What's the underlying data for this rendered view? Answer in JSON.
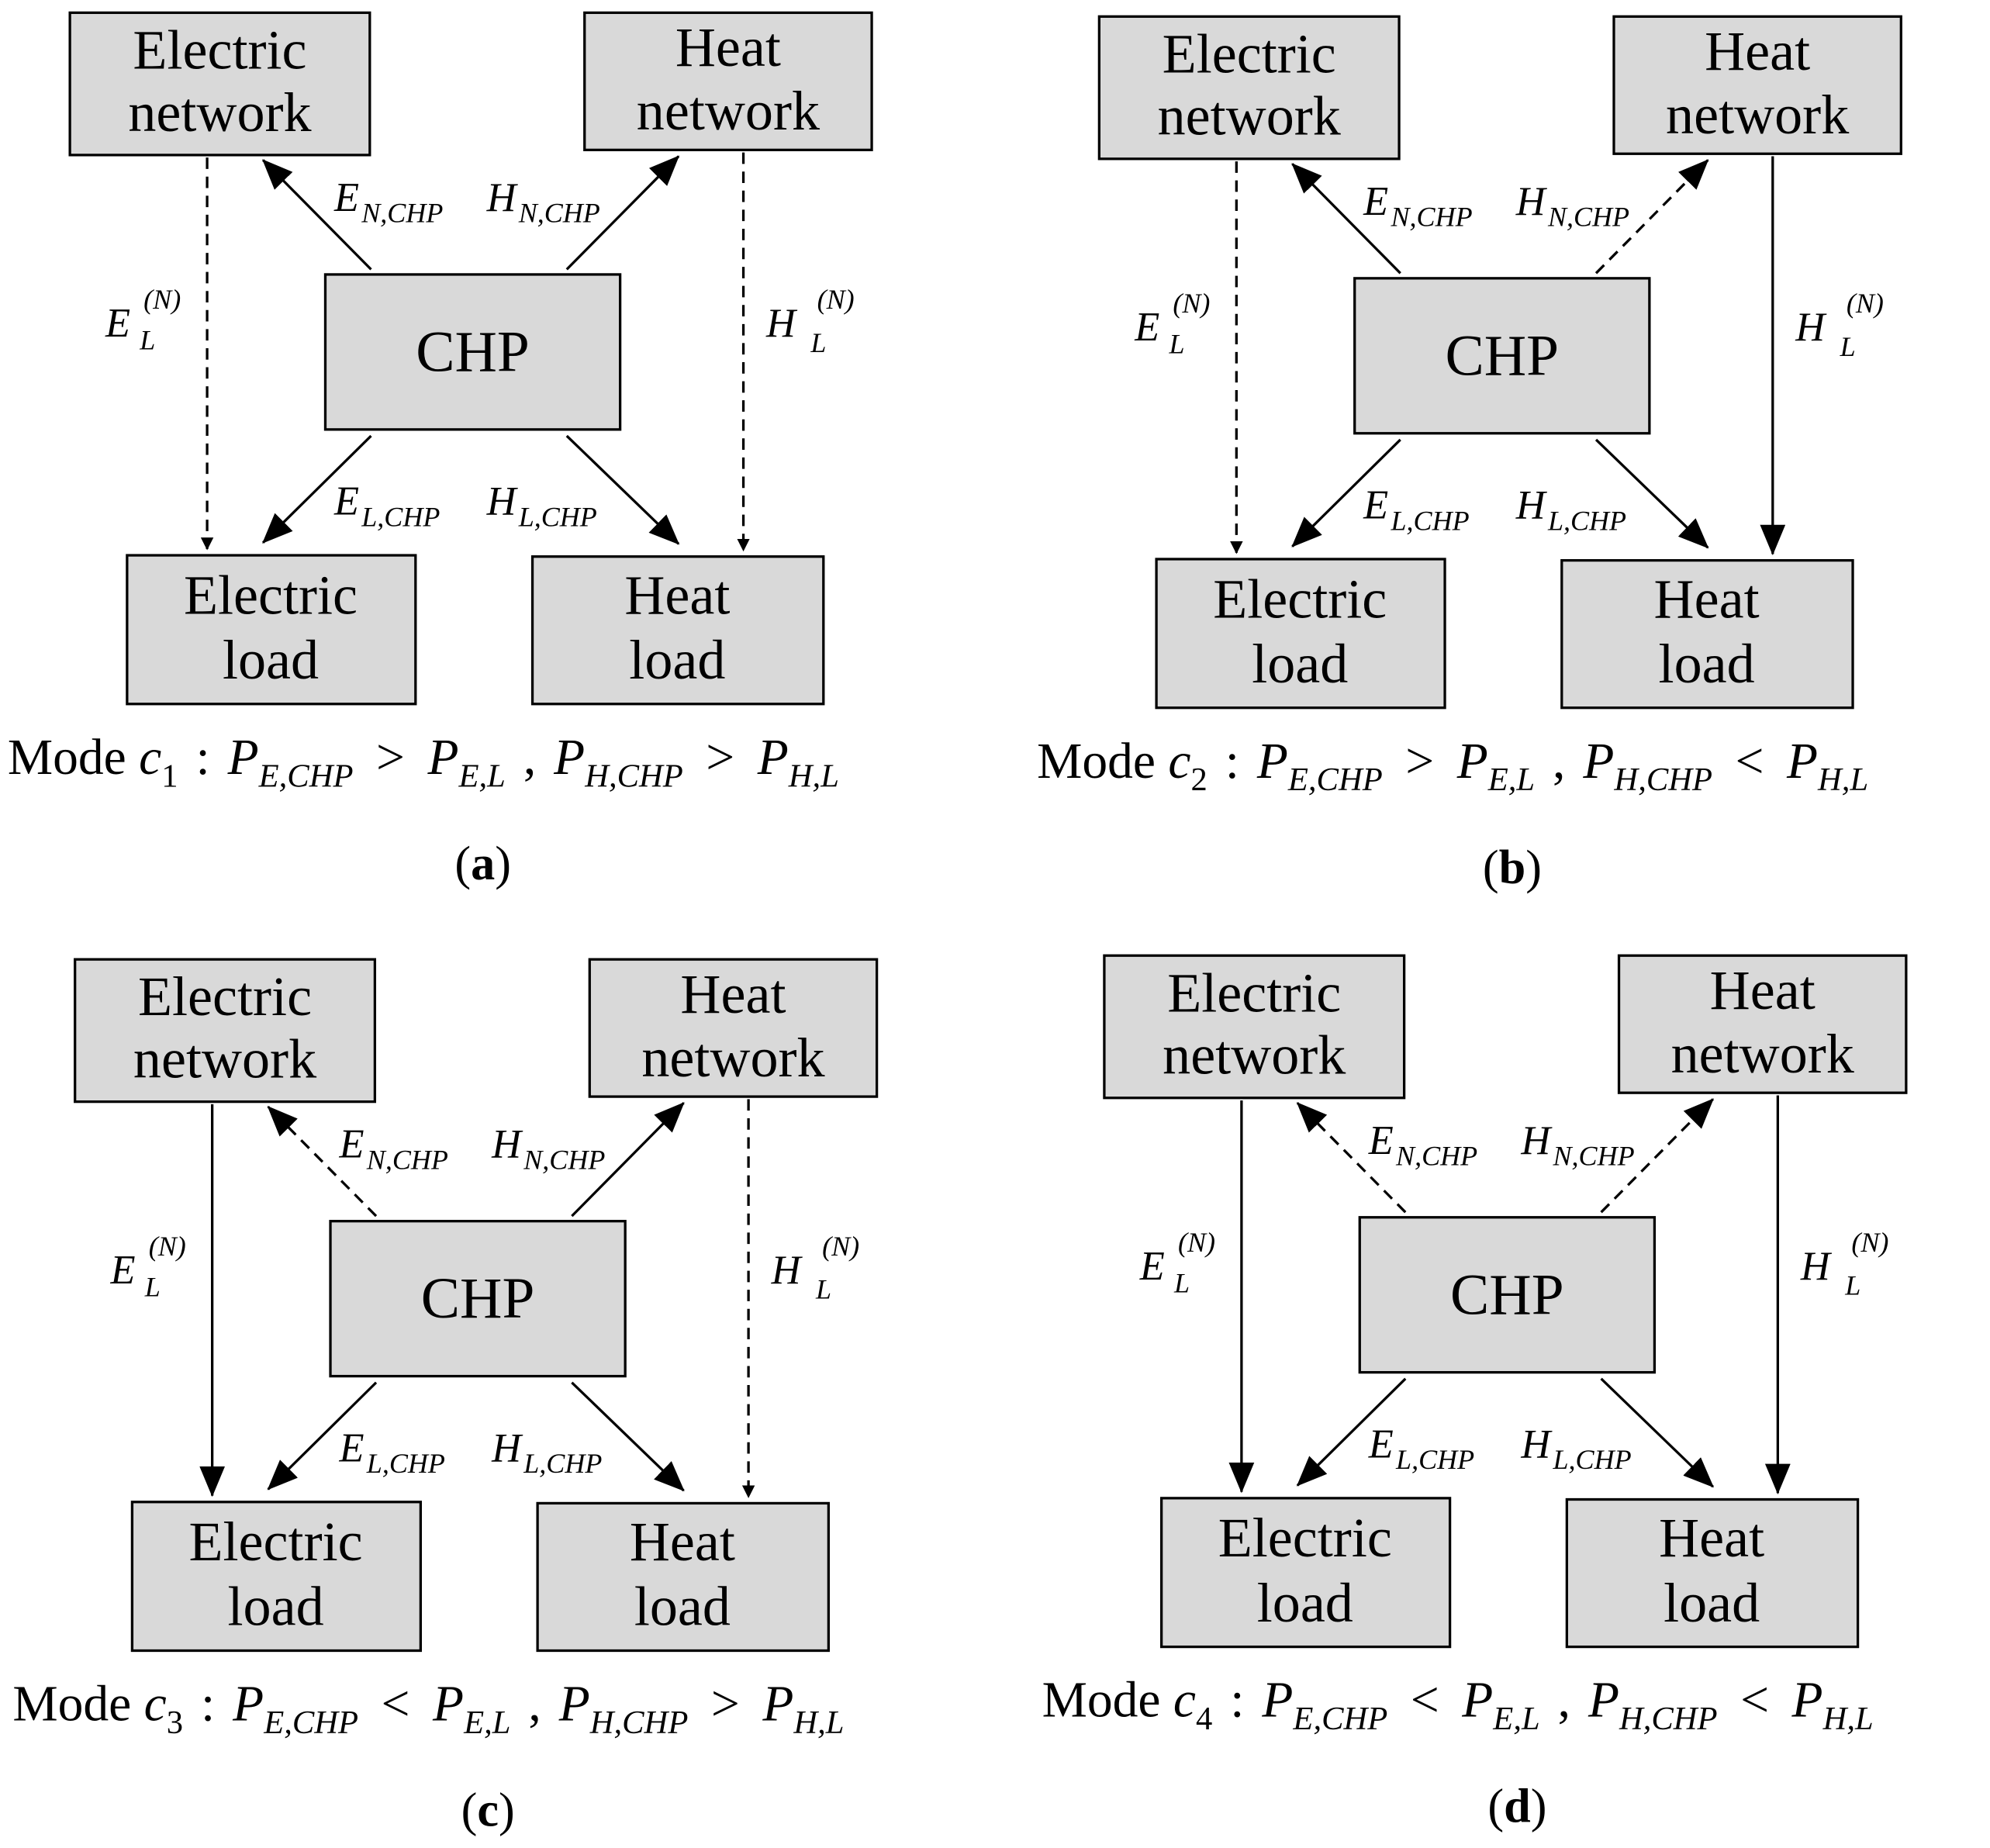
{
  "boxes": {
    "electric_network": [
      "Electric",
      "network"
    ],
    "heat_network": [
      "Heat",
      "network"
    ],
    "chp": "CHP",
    "electric_load": [
      "Electric",
      "load"
    ],
    "heat_load": [
      "Heat",
      "load"
    ]
  },
  "flow_labels": {
    "e_n_chp": {
      "main": "E",
      "sub": "N,CHP"
    },
    "h_n_chp": {
      "main": "H",
      "sub": "N,CHP"
    },
    "e_l_chp": {
      "main": "E",
      "sub": "L,CHP"
    },
    "h_l_chp": {
      "main": "H",
      "sub": "L,CHP"
    },
    "e_l_n": {
      "main": "E",
      "sub": "L",
      "sup": "(N)"
    },
    "h_l_n": {
      "main": "H",
      "sub": "L",
      "sup": "(N)"
    }
  },
  "panels": [
    {
      "id": "a",
      "caption": "a",
      "mode_number": "1",
      "comparison_1": ">",
      "comparison_2": ">",
      "styles": {
        "e_n_chp": "solid",
        "h_n_chp": "solid",
        "e_l_n": "dashed",
        "h_l_n": "dashed"
      }
    },
    {
      "id": "b",
      "caption": "b",
      "mode_number": "2",
      "comparison_1": ">",
      "comparison_2": "<",
      "styles": {
        "e_n_chp": "solid",
        "h_n_chp": "dashed",
        "e_l_n": "dashed",
        "h_l_n": "solid"
      }
    },
    {
      "id": "c",
      "caption": "c",
      "mode_number": "3",
      "comparison_1": "<",
      "comparison_2": ">",
      "styles": {
        "e_n_chp": "dashed",
        "h_n_chp": "solid",
        "e_l_n": "solid",
        "h_l_n": "dashed"
      }
    },
    {
      "id": "d",
      "caption": "d",
      "mode_number": "4",
      "comparison_1": "<",
      "comparison_2": "<",
      "styles": {
        "e_n_chp": "dashed",
        "h_n_chp": "dashed",
        "e_l_n": "solid",
        "h_l_n": "solid"
      }
    }
  ],
  "mode_text": {
    "mode_word": "Mode",
    "c_letter": "c",
    "colon": ":",
    "p": "P",
    "sub_e_chp": "E,CHP",
    "sub_e_l": "E,L",
    "sub_h_chp": "H,CHP",
    "sub_h_l": "H,L",
    "comma": ","
  },
  "caption_parens": [
    "(",
    ")"
  ]
}
